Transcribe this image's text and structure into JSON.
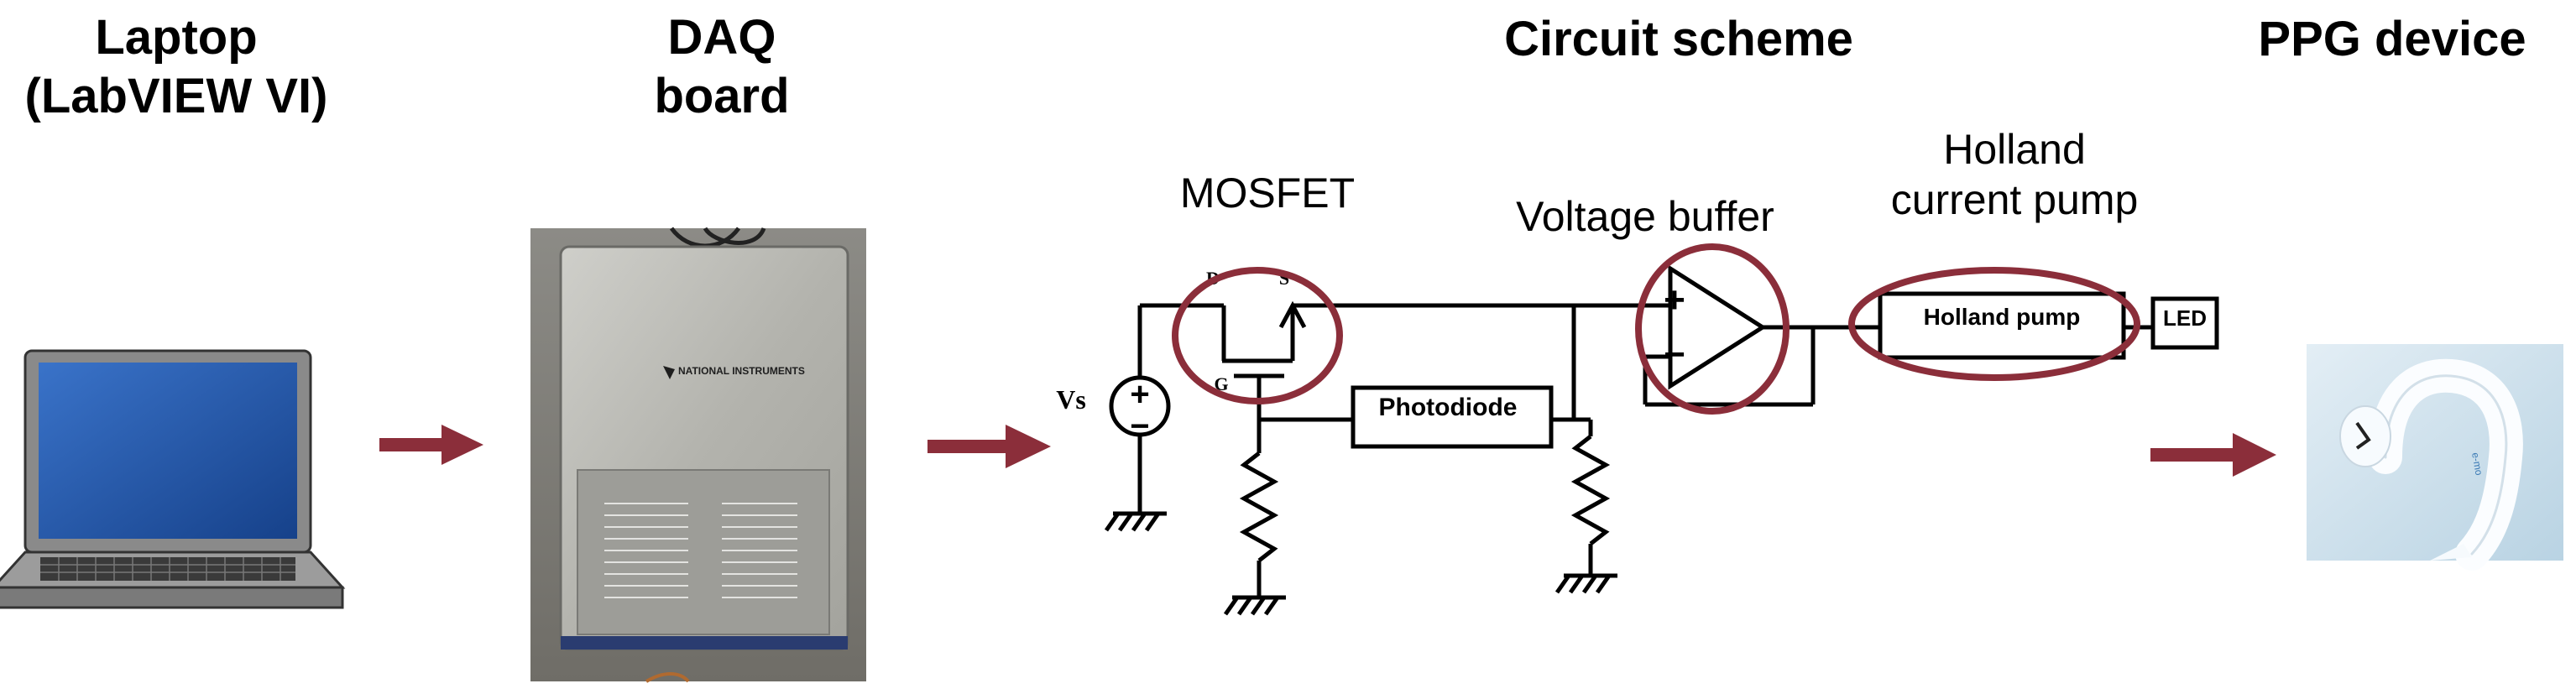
{
  "columns": {
    "laptop": {
      "line1": "Laptop",
      "line2": "(LabVIEW VI)"
    },
    "daq": {
      "line1": "DAQ",
      "line2": "board"
    },
    "circuit": {
      "title": "Circuit scheme"
    },
    "ppg": {
      "title": "PPG device"
    }
  },
  "circuit_labels": {
    "mosfet": "MOSFET",
    "voltage_buffer": "Voltage buffer",
    "holland_line1": "Holland",
    "holland_line2": "current pump",
    "holland_box": "Holland pump",
    "photodiode": "Photodiode",
    "led": "LED",
    "vs": "Vs",
    "drain": "D",
    "source": "S",
    "gate": "G",
    "plus": "+",
    "minus": "−",
    "src_plus": "+",
    "src_minus": "−"
  },
  "device_markings": {
    "ni_logo_text": "NATIONAL INSTRUMENTS",
    "ppg_brand_text": "e-mo"
  },
  "colors": {
    "arrow": "#8b2e3a",
    "highlight_ellipse": "#8b2e3a",
    "laptop_screen": "#1f4f9e",
    "daq_body": "#b9b9b4"
  }
}
